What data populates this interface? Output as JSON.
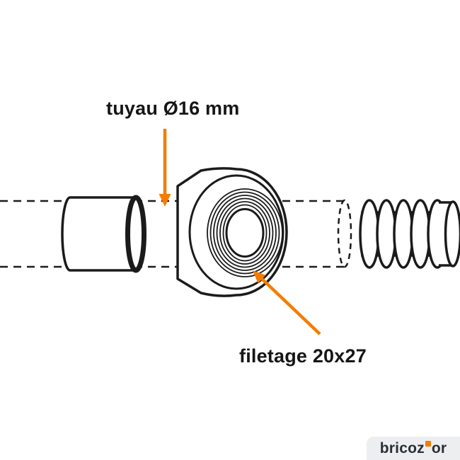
{
  "diagram": {
    "labels": {
      "pipe": "tuyau Ø16 mm",
      "thread": "filetage 20x27"
    },
    "colors": {
      "accent_orange": "#F57C00",
      "line_black": "#1B1B1B",
      "background": "#FFFFFF"
    }
  },
  "branding": {
    "name": "bricozor",
    "text_before_square": "bricoz",
    "text_after_square": "or",
    "background": "#ECEEF0",
    "text_color": "#2A2E39",
    "square_color": "#F57C00"
  }
}
